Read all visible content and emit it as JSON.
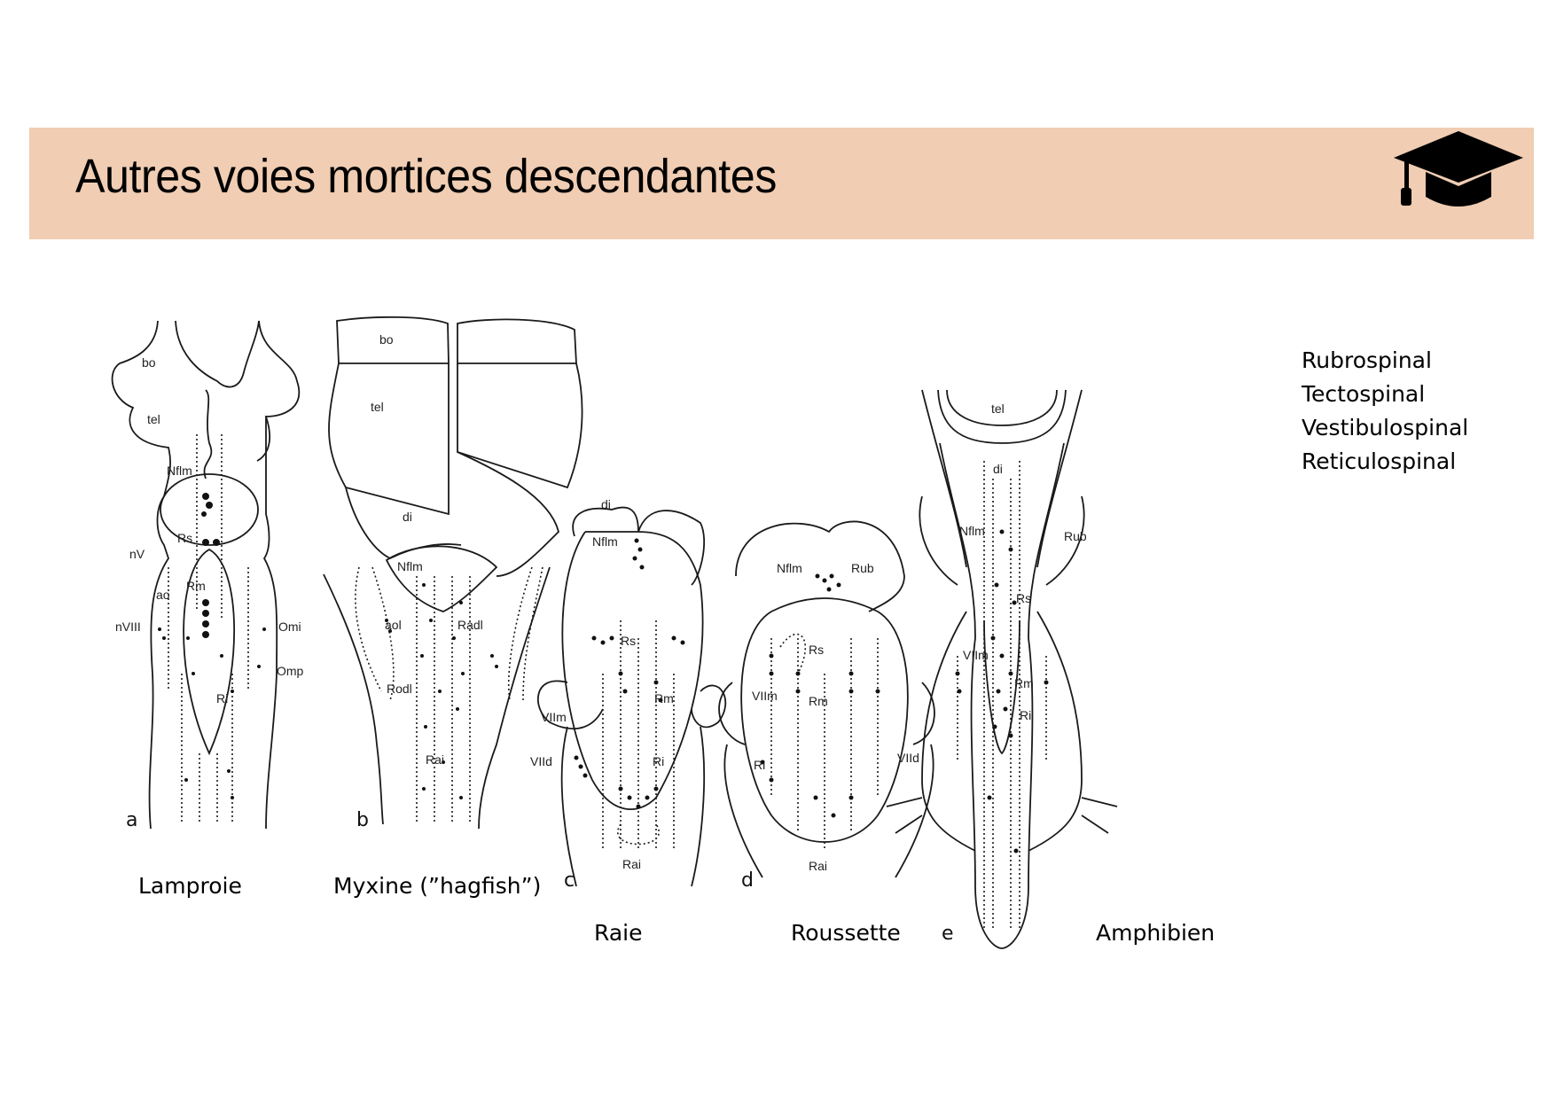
{
  "header": {
    "title": "Autres voies mortices descendantes",
    "icon": "graduation-cap-icon",
    "band_color": "#f0cdb3"
  },
  "pathways": {
    "items": [
      "Rubrospinal",
      "Tectospinal",
      "Vestibulospinal",
      "Reticulospinal"
    ]
  },
  "figure": {
    "panels": [
      {
        "letter": "a",
        "caption": "Lamproie",
        "labels": [
          "bo",
          "tel",
          "Nflm",
          "Rs",
          "nV",
          "Rm",
          "ao",
          "nVIII",
          "Omi",
          "Omp",
          "Ri"
        ]
      },
      {
        "letter": "b",
        "caption": "Myxine (”hagfish”)",
        "labels": [
          "bo",
          "tel",
          "di",
          "Nflm",
          "aol",
          "Radl",
          "Rodl",
          "Rai"
        ]
      },
      {
        "letter": "c",
        "caption": "Raie",
        "labels": [
          "di",
          "Nflm",
          "Rs",
          "Rm",
          "VIIm",
          "VIId",
          "Ri",
          "Rai"
        ]
      },
      {
        "letter": "d",
        "caption": "Roussette",
        "labels": [
          "Nflm",
          "Rub",
          "Rs",
          "Rm",
          "VIIm",
          "Ri",
          "VIId",
          "Rai"
        ]
      },
      {
        "letter": "e",
        "caption": "Amphibien",
        "labels": [
          "tel",
          "di",
          "Nflm",
          "Rub",
          "Rs",
          "VIIm",
          "Rm",
          "Ri"
        ]
      }
    ]
  }
}
